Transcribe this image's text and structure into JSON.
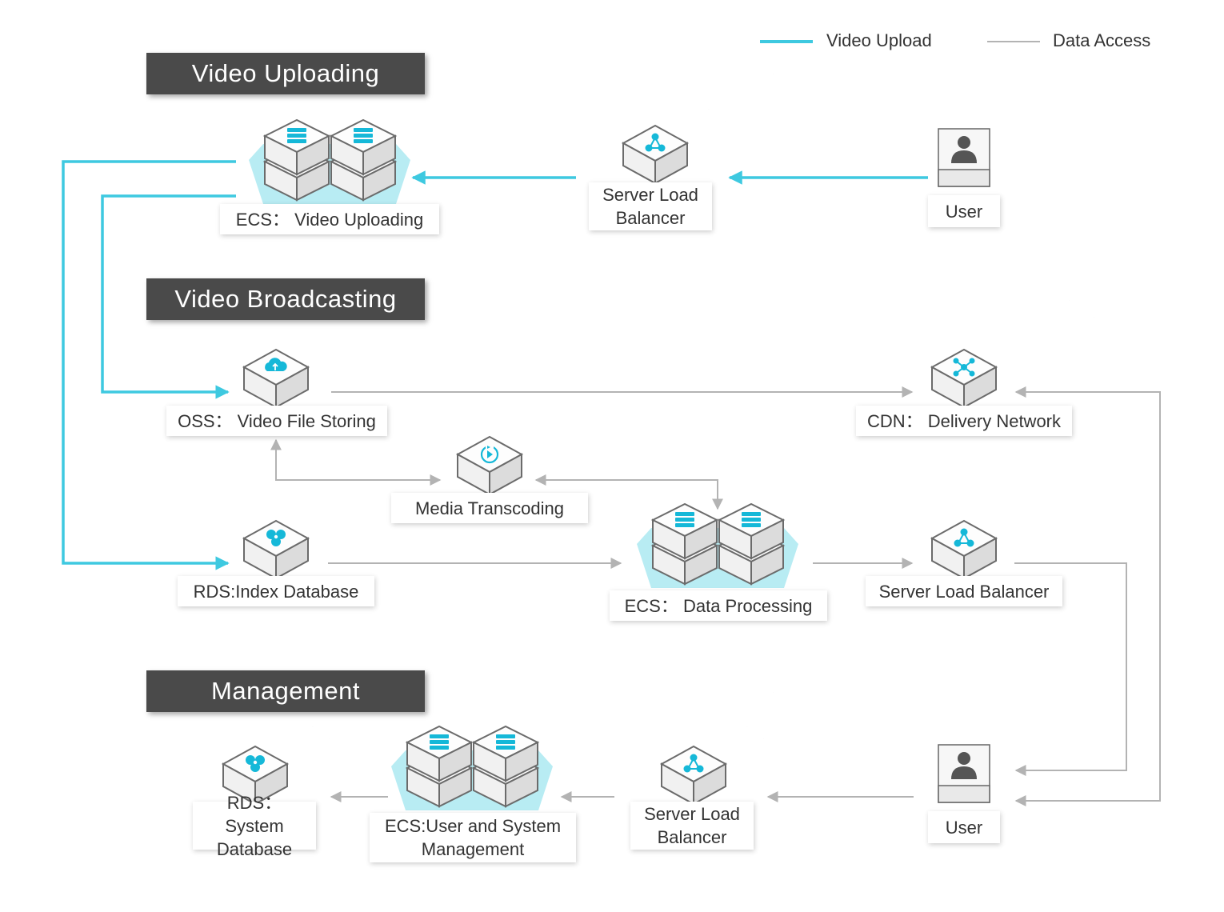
{
  "legend": {
    "video_upload": "Video Upload",
    "data_access": "Data Access"
  },
  "colors": {
    "upload_line": "#3ec9e0",
    "access_line": "#b3b3b3",
    "tab_bg": "#4a4a4a",
    "accent": "#15b8d8",
    "highlight": "#b8ecf3"
  },
  "sections": {
    "uploading": {
      "title": "Video Uploading"
    },
    "broadcasting": {
      "title": "Video Broadcasting"
    },
    "management": {
      "title": "Management"
    }
  },
  "nodes": {
    "ecs_upload": {
      "label": "ECS： Video Uploading",
      "icon": "server-cluster-icon"
    },
    "slb_upload": {
      "label": "Server Load Balancer",
      "icon": "load-balancer-icon"
    },
    "user_top": {
      "label": "User",
      "icon": "user-icon"
    },
    "oss": {
      "label": "OSS： Video File Storing",
      "icon": "cloud-storage-icon"
    },
    "cdn": {
      "label": "CDN： Delivery Network",
      "icon": "network-icon"
    },
    "transcoding": {
      "label": "Media Transcoding",
      "icon": "transcoding-icon"
    },
    "rds_index": {
      "label": "RDS:Index Database",
      "icon": "database-icon"
    },
    "ecs_processing": {
      "label": "ECS： Data Processing",
      "icon": "server-cluster-icon"
    },
    "slb_broadcast": {
      "label": "Server Load Balancer",
      "icon": "load-balancer-icon"
    },
    "rds_system": {
      "label": "RDS： System Database",
      "icon": "database-icon"
    },
    "ecs_management": {
      "label": "ECS:User and System Management",
      "icon": "server-cluster-icon"
    },
    "slb_management": {
      "label": "Server Load Balancer",
      "icon": "load-balancer-icon"
    },
    "user_bottom": {
      "label": "User",
      "icon": "user-icon"
    }
  }
}
